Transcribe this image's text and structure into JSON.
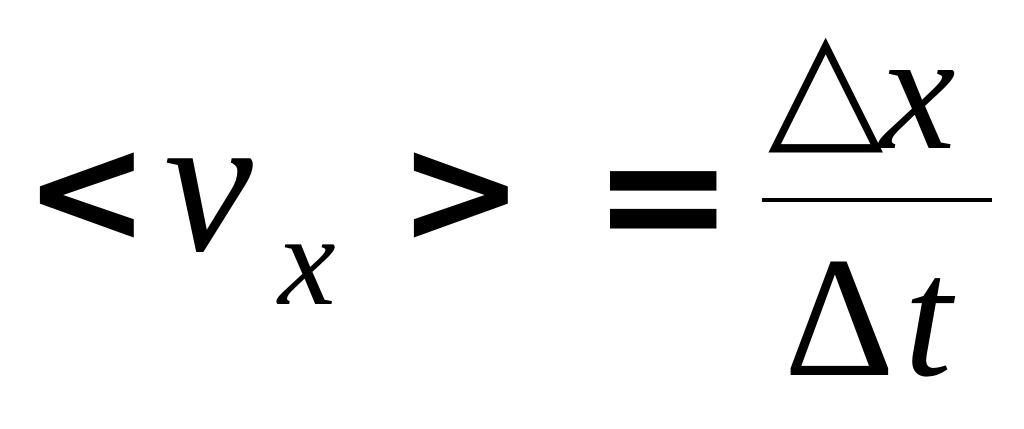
{
  "formula": {
    "left_bracket": "<",
    "variable": "v",
    "subscript": "x",
    "right_bracket": ">",
    "equals": "=",
    "numerator": {
      "delta": "△",
      "var": "x"
    },
    "denominator": {
      "delta": "Δ",
      "var": "t"
    }
  }
}
